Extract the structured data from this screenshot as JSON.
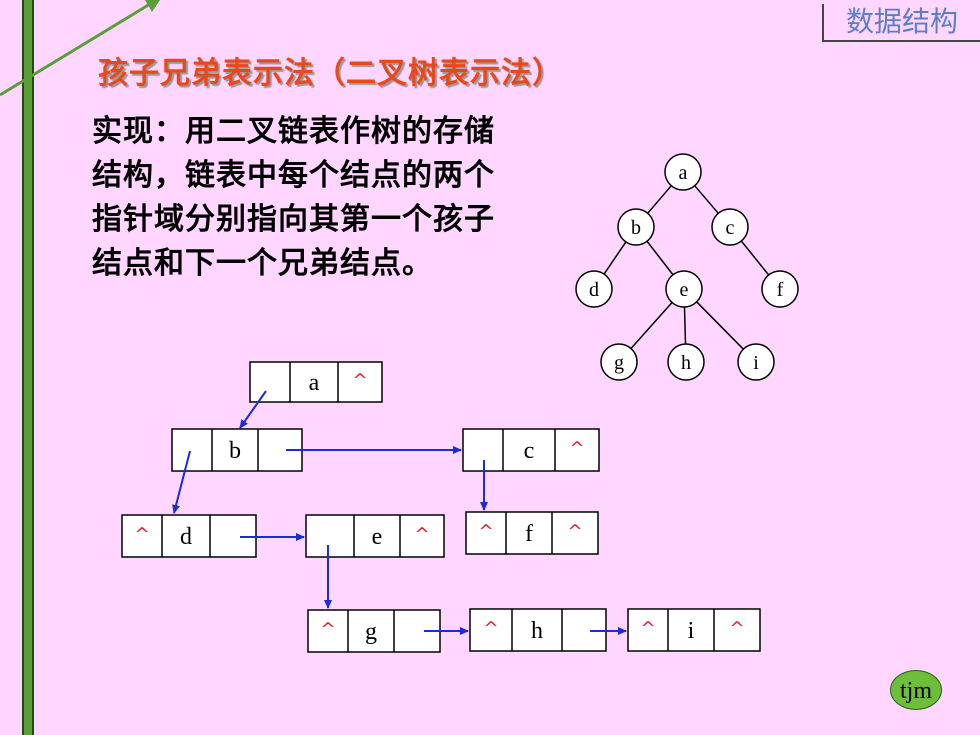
{
  "header": {
    "course": "数据结构",
    "title": "孩子兄弟表示法（二叉树表示法）"
  },
  "description": [
    "实现：用二叉链表作树的存储",
    "结构，链表中每个结点的两个",
    "指针域分别指向其第一个孩子",
    "结点和下一个兄弟结点。"
  ],
  "tree": {
    "nodes": [
      {
        "id": "a",
        "label": "a"
      },
      {
        "id": "b",
        "label": "b"
      },
      {
        "id": "c",
        "label": "c"
      },
      {
        "id": "d",
        "label": "d"
      },
      {
        "id": "e",
        "label": "e"
      },
      {
        "id": "f",
        "label": "f"
      },
      {
        "id": "g",
        "label": "g"
      },
      {
        "id": "h",
        "label": "h"
      },
      {
        "id": "i",
        "label": "i"
      }
    ],
    "edges": [
      [
        "a",
        "b"
      ],
      [
        "a",
        "c"
      ],
      [
        "b",
        "d"
      ],
      [
        "b",
        "e"
      ],
      [
        "c",
        "f"
      ],
      [
        "e",
        "g"
      ],
      [
        "e",
        "h"
      ],
      [
        "e",
        "i"
      ]
    ]
  },
  "linked_nodes": [
    {
      "id": "a",
      "label": "a",
      "child": "",
      "sibling": "^"
    },
    {
      "id": "b",
      "label": "b",
      "child": "",
      "sibling": ""
    },
    {
      "id": "c",
      "label": "c",
      "child": "",
      "sibling": "^"
    },
    {
      "id": "d",
      "label": "d",
      "child": "^",
      "sibling": ""
    },
    {
      "id": "e",
      "label": "e",
      "child": "",
      "sibling": "^"
    },
    {
      "id": "f",
      "label": "f",
      "child": "^",
      "sibling": "^"
    },
    {
      "id": "g",
      "label": "g",
      "child": "^",
      "sibling": ""
    },
    {
      "id": "h",
      "label": "h",
      "child": "^",
      "sibling": ""
    },
    {
      "id": "i",
      "label": "i",
      "child": "^",
      "sibling": "^"
    }
  ],
  "badge": "tjm",
  "colors": {
    "background": "#ffd6ff",
    "title": "#e8491c",
    "arrow": "#1b2bd6",
    "null": "#e0182a",
    "bar": "#5a9e3a"
  }
}
